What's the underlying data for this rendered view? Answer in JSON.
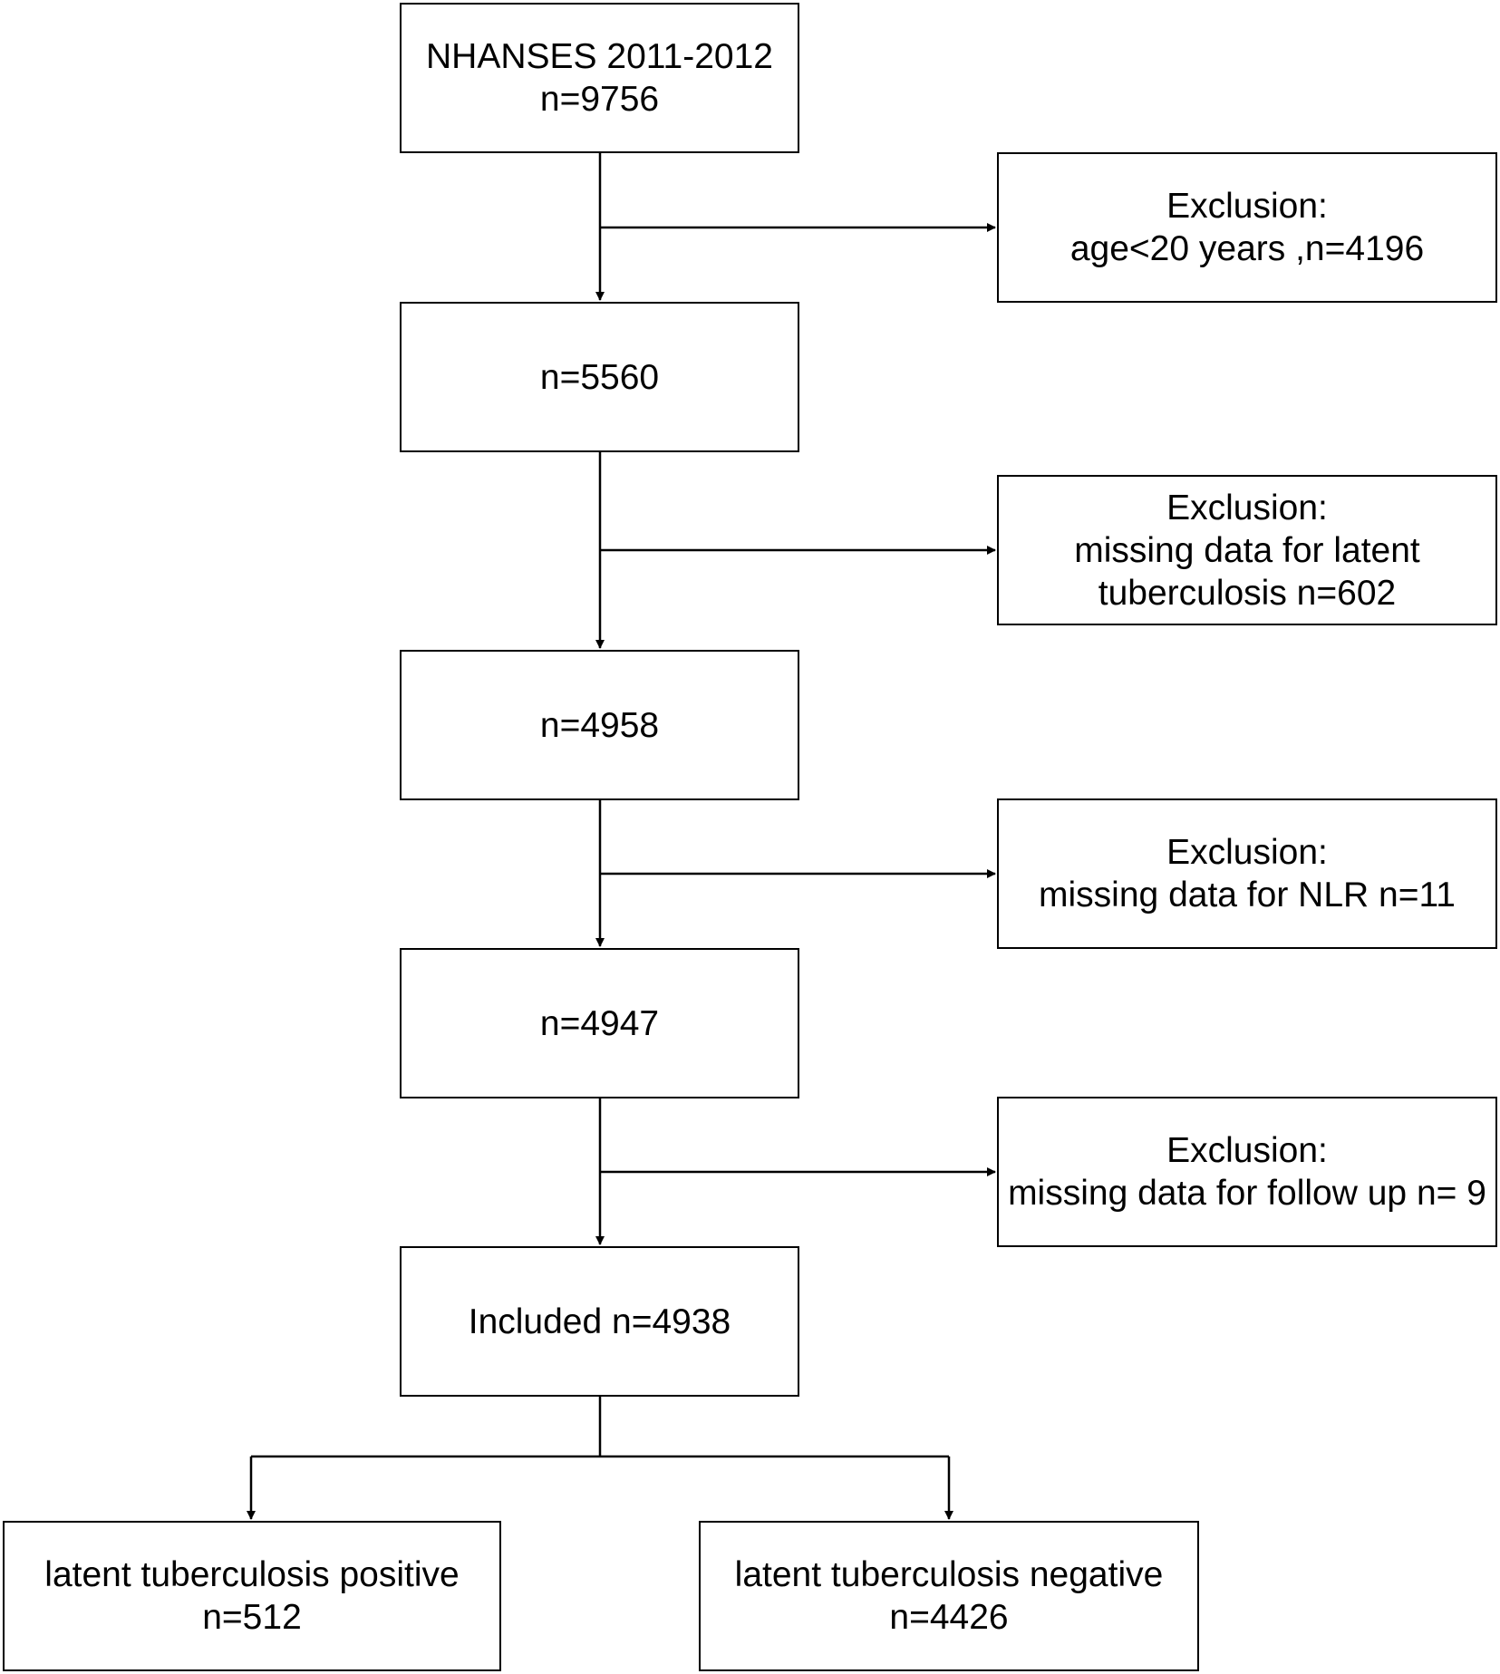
{
  "flowchart": {
    "start": {
      "line1": "NHANSES 2011-2012",
      "line2": "n=9756"
    },
    "step1": {
      "text": "n=5560"
    },
    "step2": {
      "text": "n=4958"
    },
    "step3": {
      "text": "n=4947"
    },
    "included": {
      "text": "Included n=4938"
    },
    "exclusion1": {
      "title": "Exclusion:",
      "line1": "age<20 years ,n=4196"
    },
    "exclusion2": {
      "title": "Exclusion:",
      "line1": "missing data for latent",
      "line2": "tuberculosis n=602"
    },
    "exclusion3": {
      "title": "Exclusion:",
      "line1": "missing data for NLR n=11"
    },
    "exclusion4": {
      "title": "Exclusion:",
      "line1": "missing data for follow up n= 9"
    },
    "positive": {
      "line1": "latent tuberculosis positive",
      "line2": "n=512"
    },
    "negative": {
      "line1": "latent tuberculosis negative",
      "line2": "n=4426"
    }
  },
  "colors": {
    "line": "#000000",
    "box_border": "#000000",
    "background": "#ffffff",
    "text": "#000000"
  }
}
